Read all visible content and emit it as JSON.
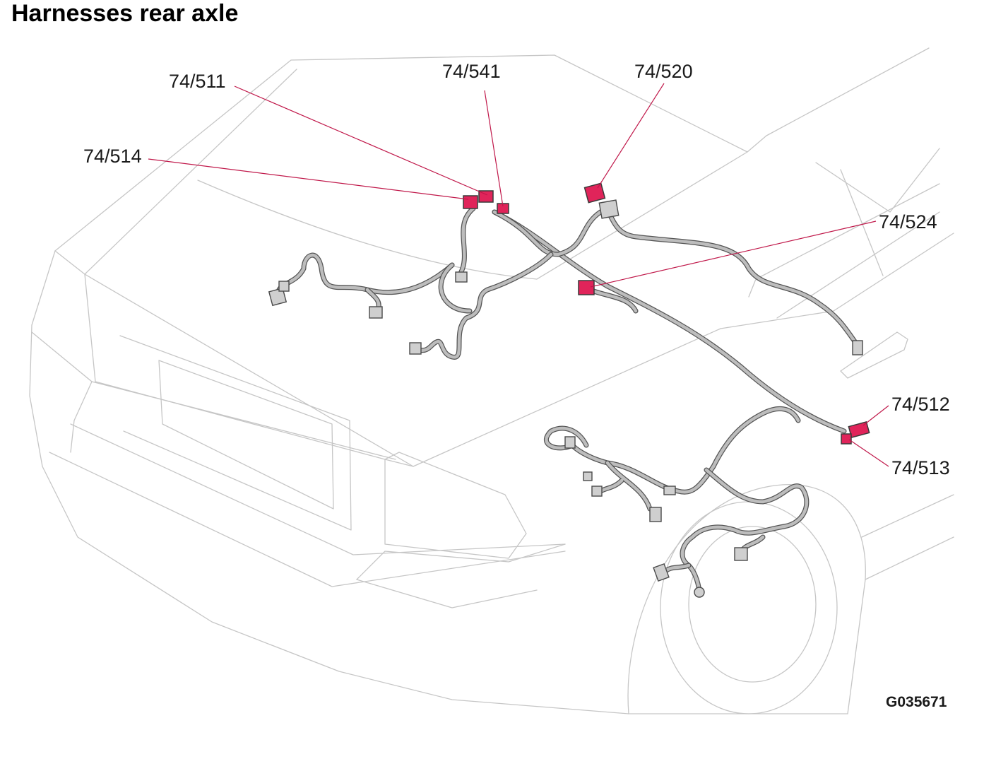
{
  "title": "Harnesses rear axle",
  "figure_id": "G035671",
  "callouts": [
    {
      "id": "74/511"
    },
    {
      "id": "74/541"
    },
    {
      "id": "74/520"
    },
    {
      "id": "74/514"
    },
    {
      "id": "74/524"
    },
    {
      "id": "74/512"
    },
    {
      "id": "74/513"
    }
  ],
  "colors": {
    "highlight": "#e0245a",
    "leader": "#c0184a",
    "car_outline": "#c6c6c6",
    "harness": "#bdbdbd"
  }
}
